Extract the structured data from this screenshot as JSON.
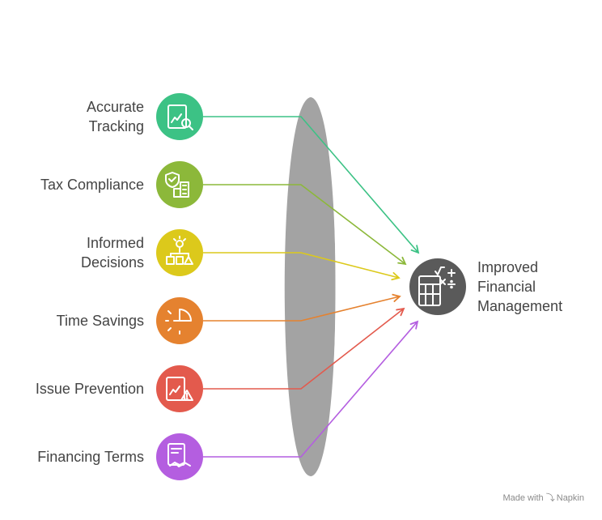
{
  "items": [
    {
      "lines": [
        "Accurate",
        "Tracking"
      ],
      "color": "#3cc285",
      "icon": "chart-search-icon"
    },
    {
      "lines": [
        "Tax Compliance"
      ],
      "color": "#8cb83a",
      "icon": "shield-buildings-icon"
    },
    {
      "lines": [
        "Informed",
        "Decisions"
      ],
      "color": "#dcc91b",
      "icon": "lightbulb-flowchart-icon"
    },
    {
      "lines": [
        "Time Savings"
      ],
      "color": "#e5822f",
      "icon": "pie-timer-icon"
    },
    {
      "lines": [
        "Issue Prevention"
      ],
      "color": "#e35a4d",
      "icon": "chart-warning-icon"
    },
    {
      "lines": [
        "Financing Terms"
      ],
      "color": "#b45ee0",
      "icon": "contract-handshake-icon"
    }
  ],
  "target": {
    "lines": [
      "Improved",
      "Financial",
      "Management"
    ],
    "color": "#5a5a5a",
    "icon": "calculator-math-icon"
  },
  "lens_color": "#a3a3a3",
  "watermark": {
    "prefix": "Made with",
    "brand": "Napkin"
  }
}
